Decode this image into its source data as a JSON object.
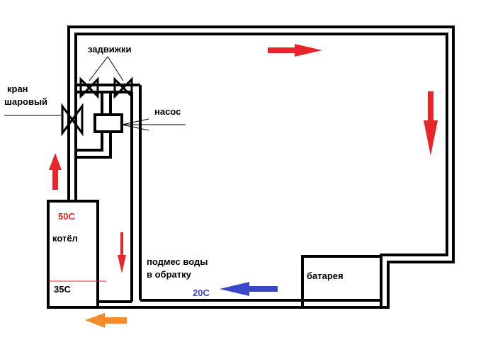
{
  "labels": {
    "valves": "задвижки",
    "ball_valve_line1": "кран",
    "ball_valve_line2": "шаровый",
    "pump": "насос",
    "boiler": "котёл",
    "supply_temp": "50С",
    "return_temp": "35С",
    "mix_line1": "подмес воды",
    "mix_line2": "в обратку",
    "radiator": "батарея",
    "radiator_temp": "20С"
  },
  "colors": {
    "pipe": "#000000",
    "hot_arrow": "#e8262a",
    "cold_arrow": "#3a47c6",
    "outflow_arrow": "#f58a2b",
    "supply_temp": "#e8262a",
    "radiator_temp": "#3a47c6"
  },
  "icons": {
    "hot_flow": "red-arrow",
    "cold_flow": "blue-arrow",
    "outflow": "orange-arrow",
    "valve": "bowtie-valve",
    "pump": "square-pump"
  }
}
